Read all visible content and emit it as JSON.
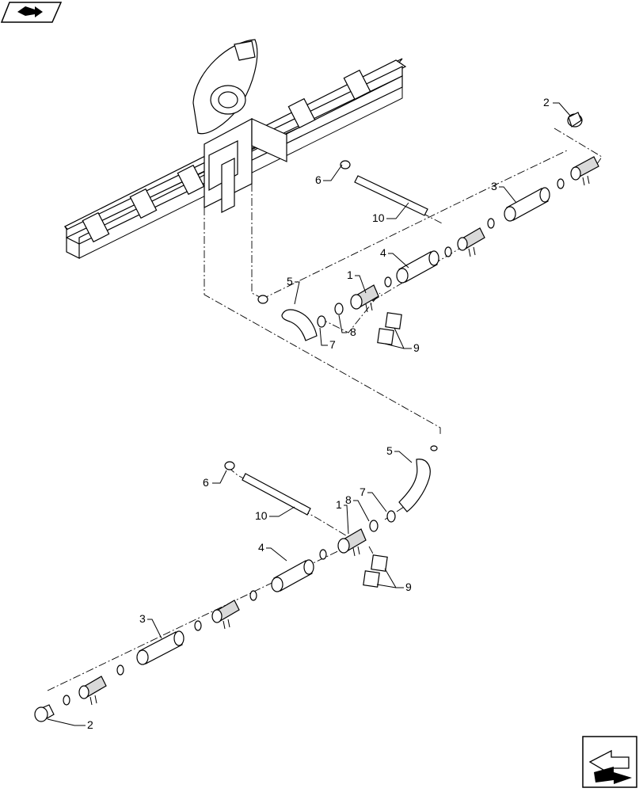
{
  "diagram": {
    "upper_assembly": {
      "callouts": [
        {
          "id": "u1",
          "text": "1"
        },
        {
          "id": "u2",
          "text": "2"
        },
        {
          "id": "u3",
          "text": "3"
        },
        {
          "id": "u4",
          "text": "4"
        },
        {
          "id": "u5",
          "text": "5"
        },
        {
          "id": "u6",
          "text": "6"
        },
        {
          "id": "u7",
          "text": "7"
        },
        {
          "id": "u8",
          "text": "8"
        },
        {
          "id": "u9",
          "text": "9"
        },
        {
          "id": "u10",
          "text": "10"
        }
      ]
    },
    "lower_assembly": {
      "callouts": [
        {
          "id": "l1",
          "text": "1"
        },
        {
          "id": "l2",
          "text": "2"
        },
        {
          "id": "l3",
          "text": "3"
        },
        {
          "id": "l4",
          "text": "4"
        },
        {
          "id": "l5",
          "text": "5"
        },
        {
          "id": "l6",
          "text": "6"
        },
        {
          "id": "l7",
          "text": "7"
        },
        {
          "id": "l8",
          "text": "8"
        },
        {
          "id": "l9",
          "text": "9"
        },
        {
          "id": "l10",
          "text": "10"
        }
      ]
    }
  },
  "icons": {
    "top_left": "book-arrow-icon",
    "bottom_right": "next-page-arrow-icon"
  }
}
